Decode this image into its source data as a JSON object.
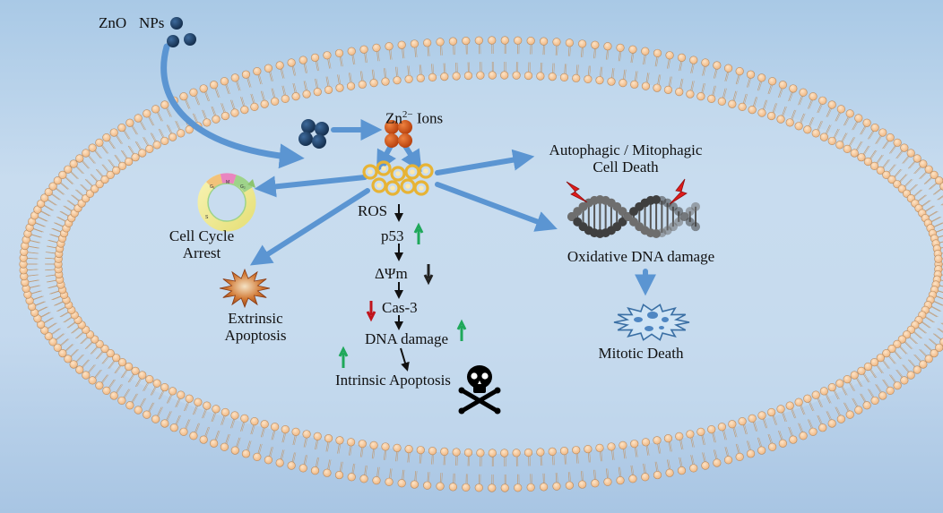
{
  "labels": {
    "zno": "ZnO",
    "nps": "NPs",
    "zn_ions": "Zn",
    "zn_charge": "2−",
    "zn_ions_word": "Ions",
    "autophagic_line1": "Autophagic / Mitophagic",
    "autophagic_line2": "Cell Death",
    "ros": "ROS",
    "p53": "p53",
    "dpsi": "ΔΨm",
    "cas3": "Cas-3",
    "dna_damage": "DNA damage",
    "intrinsic": "Intrinsic Apoptosis",
    "cell_cycle_line1": "Cell Cycle",
    "cell_cycle_line2": "Arrest",
    "extrinsic_line1": "Extrinsic",
    "extrinsic_line2": "Apoptosis",
    "oxidative": "Oxidative DNA damage",
    "mitotic": "Mitotic Death"
  },
  "cell_cycle_phases": [
    "G₁",
    "M",
    "G₂",
    "S"
  ],
  "colors": {
    "membrane_head": "#f7c89b",
    "membrane_head_stroke": "#b88a5e",
    "np_dark": "#1f3f66",
    "zn_ion": "#d3561c",
    "ros": "#e7b335",
    "arrow": "#5b95d2",
    "up_arrow": "#1fa85a",
    "down_arrow": "#c0141c",
    "dark_arrow": "#222222"
  }
}
